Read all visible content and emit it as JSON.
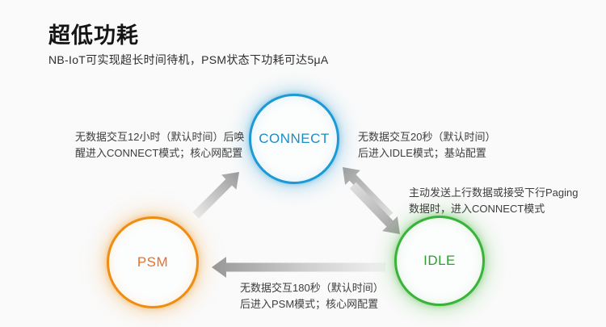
{
  "header": {
    "title": "超低功耗",
    "subtitle": "NB-IoT可实现超长时间待机，PSM状态下功耗可达5μA"
  },
  "diagram": {
    "nodes": {
      "connect": {
        "label": "CONNECT",
        "color": "#1d9ad4"
      },
      "psm": {
        "label": "PSM",
        "color": "#ef8c12"
      },
      "idle": {
        "label": "IDLE",
        "color": "#39b339"
      }
    },
    "annotations": {
      "wake_to_connect": {
        "line1": "无数据交互12小时（默认时间）后唤",
        "line2": "醒进入CONNECT模式；核心网配置"
      },
      "connect_to_idle": {
        "line1": "无数据交互20秒（默认时间）",
        "line2": "后进入IDLE模式；基站配置"
      },
      "idle_to_connect": {
        "line1": "主动发送上行数据或接受下行Paging",
        "line2": "数据时，进入CONNECT模式"
      },
      "idle_to_psm": {
        "line1": "无数据交互180秒（默认时间）",
        "line2": "后进入PSM模式；核心网配置"
      }
    },
    "arrow_color_head": "#9b9b9b",
    "arrow_color_tail": "#efefef"
  }
}
